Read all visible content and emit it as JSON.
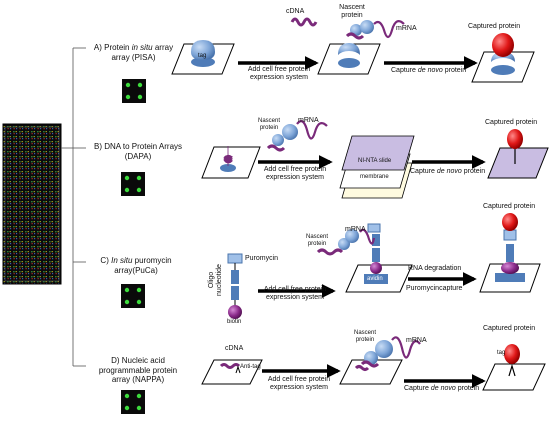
{
  "methods": [
    {
      "id": "pisa",
      "prefix": "A) Protein ",
      "italic": "in situ",
      "suffix": " array",
      "line2": "array (PISA)"
    },
    {
      "id": "dapa",
      "line1": "B) DNA to Protein Arrays",
      "line2": "(DAPA)"
    },
    {
      "id": "puca",
      "prefix": "C) ",
      "italic": "In situ",
      "suffix": " puromycin",
      "line2": "array(PuCa)"
    },
    {
      "id": "nappa",
      "line1": "D) Nucleic acid",
      "line2": "programmable protein",
      "line3": "array (NAPPA)"
    }
  ],
  "steps": {
    "cell_free_1": "Add cell free protein",
    "cell_free_2": "expression system",
    "capture_prefix": "Capture ",
    "capture_italic": "de novo",
    "capture_suffix": " protein",
    "rna_degradation": "RNA degradation",
    "puromycin_capture": "Puromycincapture"
  },
  "labels": {
    "cdna": "cDNA",
    "nascent_1": "Nascent",
    "nascent_2": "protein",
    "mrna": "mRNA",
    "captured_protein": "Captured protein",
    "tag": "tag",
    "ni_nta": "NI-NTA slide",
    "membrane": "membrane",
    "puromycin": "Puromycin",
    "oligo_1": "Oligo",
    "oligo_2": "nucleotide",
    "biotin": "biotin",
    "avidin": "avidin",
    "anti_tag": "Anti-tag"
  },
  "colors": {
    "protein": "#7fa6d8",
    "protein_dark": "#4f7cb8",
    "mrna": "#7a2a7a",
    "captured": "#e01818",
    "slide_purple": "#c9bde2",
    "array_chip": "#0a0a0a",
    "spot_green": "#3ddc3d"
  }
}
